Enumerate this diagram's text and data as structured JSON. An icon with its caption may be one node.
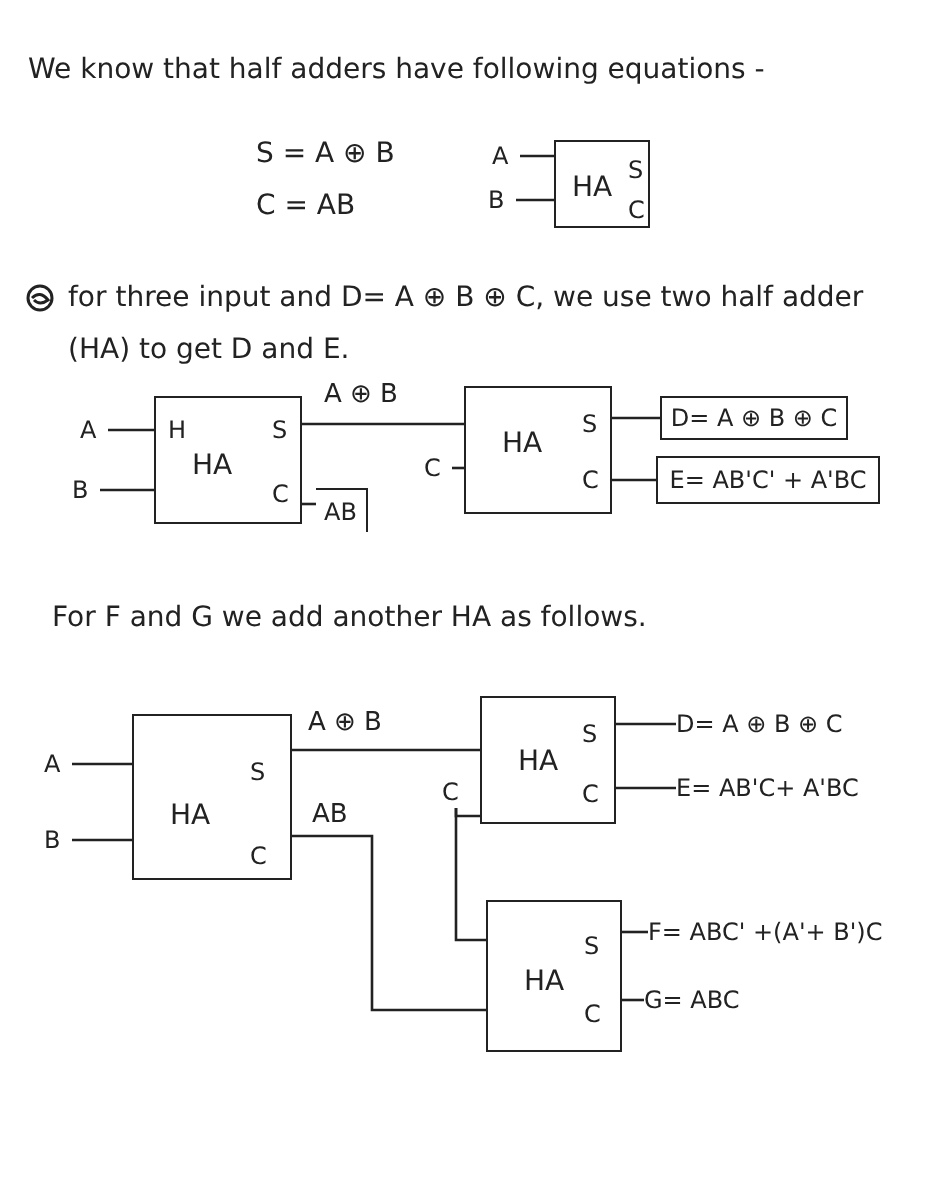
{
  "diagram": {
    "nodes": [
      {
        "text": [
          "A"
        ]
      },
      {
        "text": [
          "B"
        ]
      },
      {
        "text": [
          "HA",
          "S",
          "C"
        ]
      },
      {
        "text": [
          "A"
        ]
      },
      {
        "text": [
          "B"
        ]
      },
      {
        "text": [
          "H",
          "S",
          "HA",
          "C"
        ]
      },
      {
        "text": [
          "AB"
        ]
      },
      {
        "text": [
          "C"
        ]
      },
      {
        "text": [
          "S",
          "HA",
          "C"
        ]
      },
      {
        "text": [
          "D= A ⊕ B ⊕ C"
        ]
      },
      {
        "text": [
          "E= AB'C' + A'BC"
        ]
      },
      {
        "text": [
          "A"
        ]
      },
      {
        "text": [
          "B"
        ]
      },
      {
        "text": [
          "S",
          "HA",
          "C"
        ]
      },
      {
        "text": [
          "C"
        ]
      },
      {
        "text": [
          "S",
          "HA",
          "C"
        ]
      },
      {
        "text": [
          "D= A ⊕ B ⊕ C"
        ]
      },
      {
        "text": [
          "E= AB'C+ A'BC"
        ]
      },
      {
        "text": [
          "S",
          "HA",
          "C"
        ]
      },
      {
        "text": [
          "F= ABC' +(A'+ B')C"
        ]
      },
      {
        "text": [
          "G= ABC"
        ]
      }
    ],
    "edges": [
      {
        "from": 0,
        "to": 2,
        "arrow": "none"
      },
      {
        "from": 1,
        "to": 2,
        "arrow": "none"
      },
      {
        "from": 3,
        "to": 5,
        "arrow": "none"
      },
      {
        "from": 4,
        "to": 5,
        "arrow": "none"
      },
      {
        "from": 5,
        "to": 6,
        "arrow": "none"
      },
      {
        "from": 5,
        "to": 8,
        "arrow": "none",
        "label": "A ⊕ B"
      },
      {
        "from": 7,
        "to": 8,
        "arrow": "none"
      },
      {
        "from": 8,
        "to": 9,
        "arrow": "none"
      },
      {
        "from": 8,
        "to": 10,
        "arrow": "none"
      },
      {
        "from": 11,
        "to": 13,
        "arrow": "none"
      },
      {
        "from": 12,
        "to": 13,
        "arrow": "none"
      },
      {
        "from": 13,
        "to": 15,
        "arrow": "none",
        "label": "A ⊕ B"
      },
      {
        "from": 13,
        "to": 18,
        "arrow": "none",
        "label": "AB"
      },
      {
        "from": 14,
        "to": 15,
        "arrow": "none"
      },
      {
        "from": 14,
        "to": 18,
        "arrow": "none"
      },
      {
        "from": 15,
        "to": 16,
        "arrow": "none"
      },
      {
        "from": 15,
        "to": 17,
        "arrow": "none"
      },
      {
        "from": 18,
        "to": 19,
        "arrow": "none"
      },
      {
        "from": 18,
        "to": 20,
        "arrow": "none"
      }
    ],
    "labels": [
      "We know that half adders have following equations -",
      "S = A ⊕ B",
      "C = AB",
      "for three input and D= A ⊕ B ⊕ C, we use two half adder (HA) to get D and E.",
      "For F and G we add another HA as follows."
    ]
  }
}
